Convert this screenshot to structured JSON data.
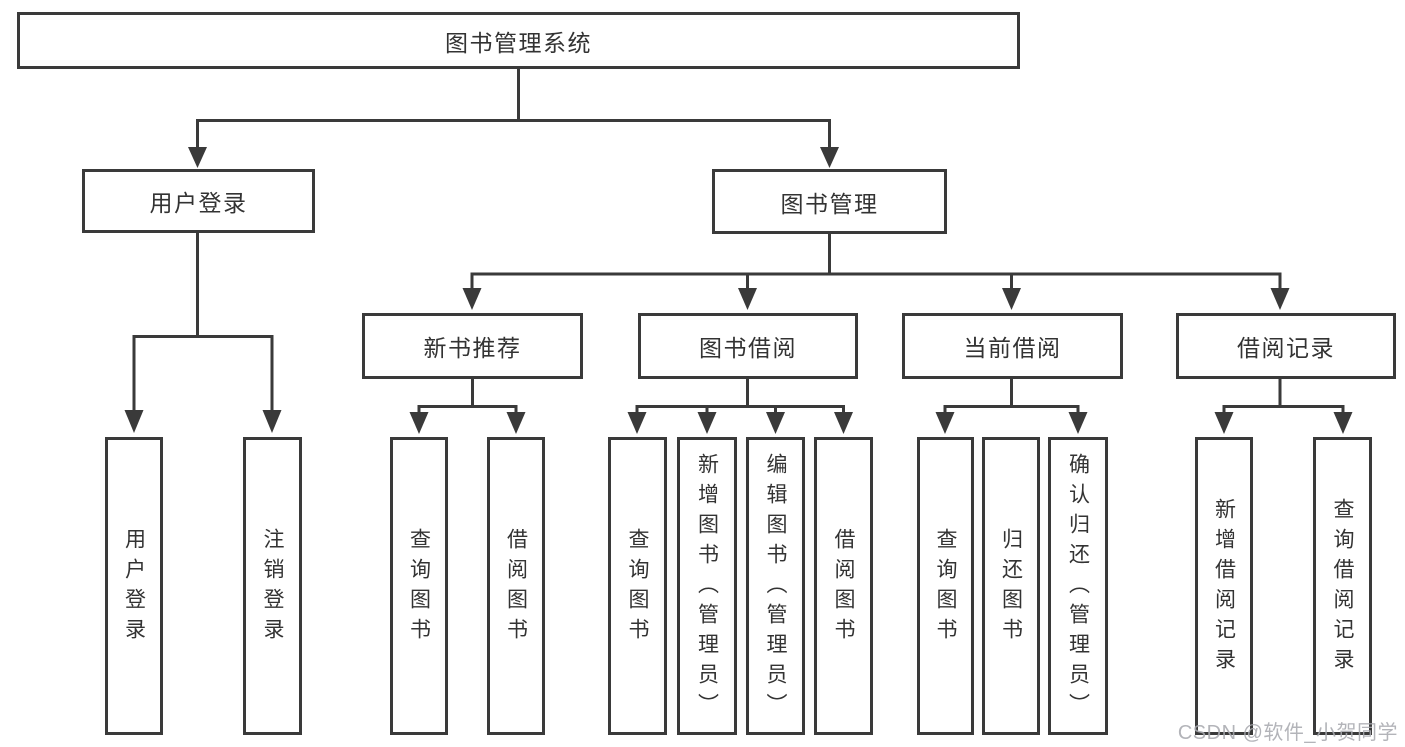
{
  "colors": {
    "line": "#3a3a3a",
    "box_border": "#3a3a3a",
    "box_fill": "#ffffff",
    "text": "#333333",
    "watermark": "#a9aab0",
    "background": "#ffffff"
  },
  "watermark": {
    "text": "CSDN @软件_小贺同学"
  },
  "tree": {
    "root": {
      "label": "图书管理系统",
      "children": [
        {
          "label": "用户登录",
          "children": [
            {
              "label": "用户登录"
            },
            {
              "label": "注销登录"
            }
          ]
        },
        {
          "label": "图书管理",
          "children": [
            {
              "label": "新书推荐",
              "children": [
                {
                  "label": "查询图书"
                },
                {
                  "label": "借阅图书"
                }
              ]
            },
            {
              "label": "图书借阅",
              "children": [
                {
                  "label": "查询图书"
                },
                {
                  "label": "新增图书（管理员）"
                },
                {
                  "label": "编辑图书（管理员）"
                },
                {
                  "label": "借阅图书"
                }
              ]
            },
            {
              "label": "当前借阅",
              "children": [
                {
                  "label": "查询图书"
                },
                {
                  "label": "归还图书"
                },
                {
                  "label": "确认归还（管理员）"
                }
              ]
            },
            {
              "label": "借阅记录",
              "children": [
                {
                  "label": "新增借阅记录"
                },
                {
                  "label": "查询借阅记录"
                }
              ]
            }
          ]
        }
      ]
    }
  }
}
